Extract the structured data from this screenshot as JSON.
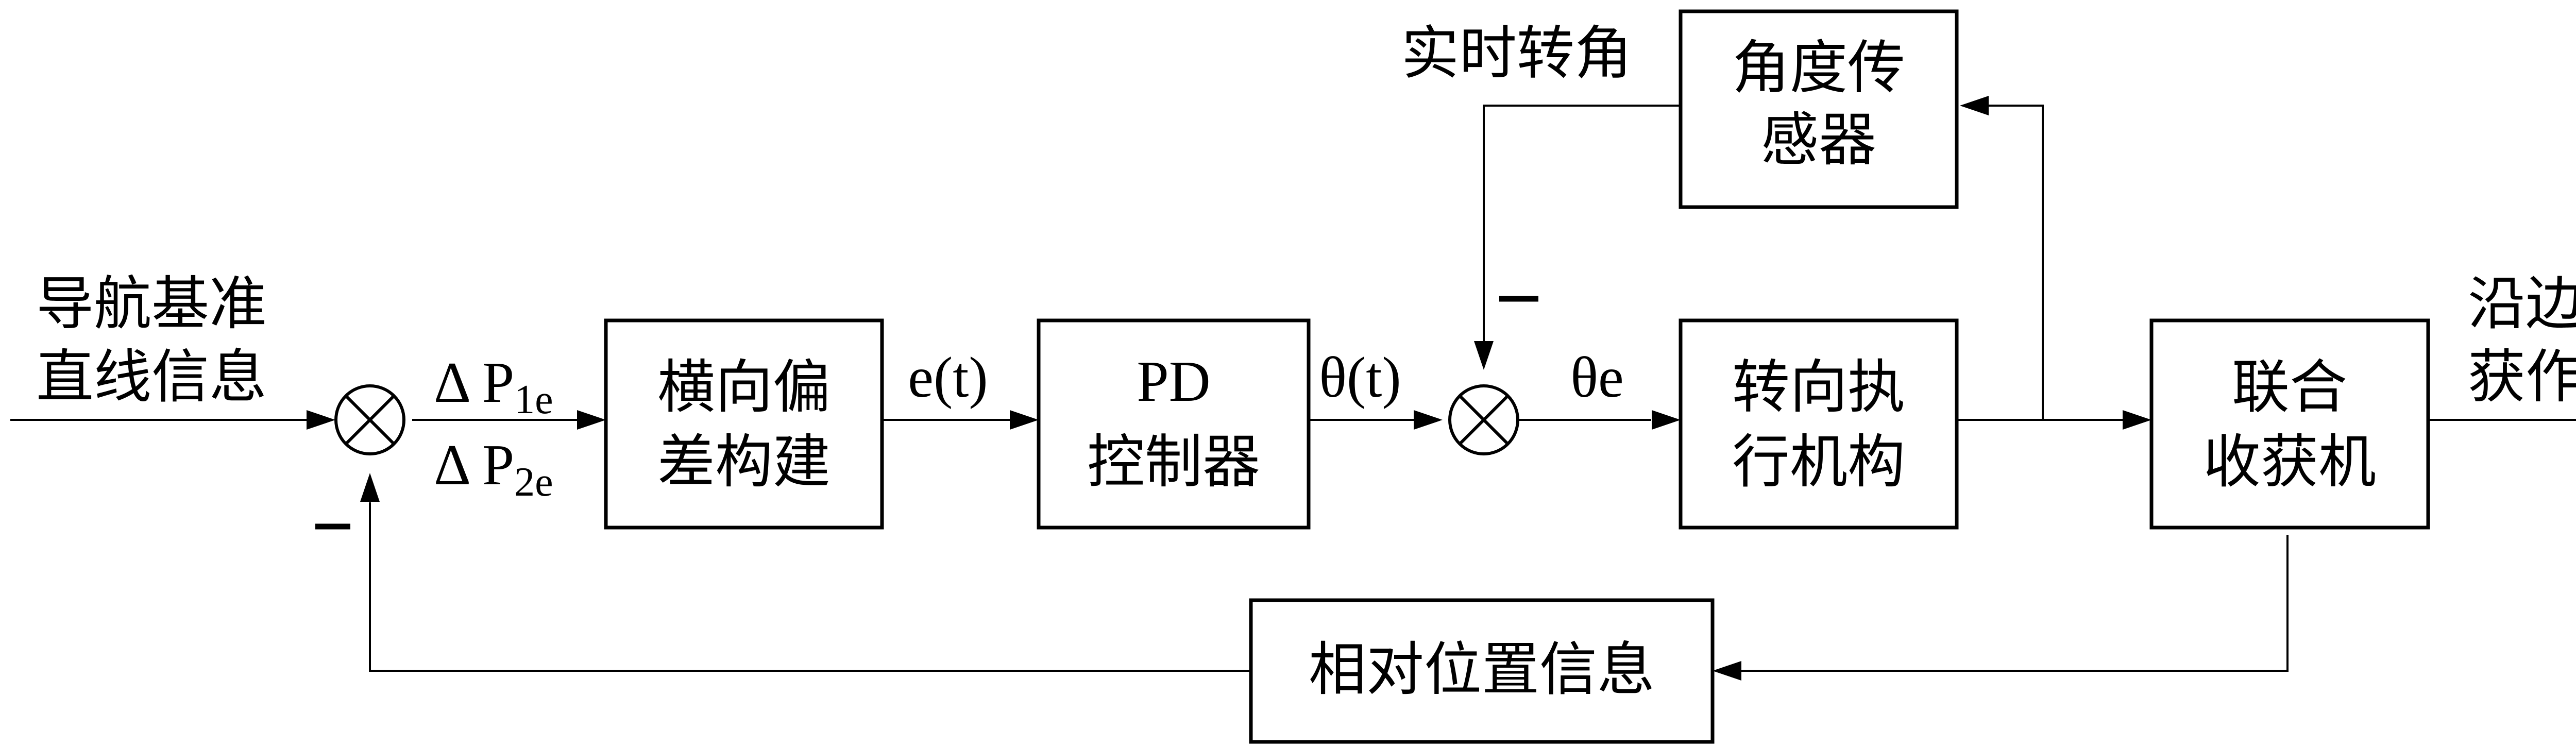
{
  "blocks": {
    "lateral_deviation": {
      "line1": "横向偏",
      "line2": "差构建"
    },
    "pd_controller": {
      "line1": "PD",
      "line2": "控制器"
    },
    "steering_actuator": {
      "line1": "转向执",
      "line2": "行机构"
    },
    "combine_harvester": {
      "line1": "联合",
      "line2": "收获机"
    },
    "angle_sensor": {
      "line1": "角度传",
      "line2": "感器"
    },
    "relative_position": {
      "label": "相对位置信息"
    }
  },
  "signals": {
    "input_line1": "导航基准",
    "input_line2": "直线信息",
    "delta_p1": {
      "main": "Δ P",
      "sub": "1e"
    },
    "delta_p2": {
      "main": "Δ P",
      "sub": "2e"
    },
    "error": "e(t)",
    "theta": "θ(t)",
    "theta_e": "θe",
    "realtime_angle": "实时转角",
    "output_line1": "沿边收",
    "output_line2": "获作业"
  },
  "summing_junctions": [
    {
      "id": "sum1",
      "feedback_sign": "−"
    },
    {
      "id": "sum2",
      "feedback_sign": "−"
    }
  ]
}
